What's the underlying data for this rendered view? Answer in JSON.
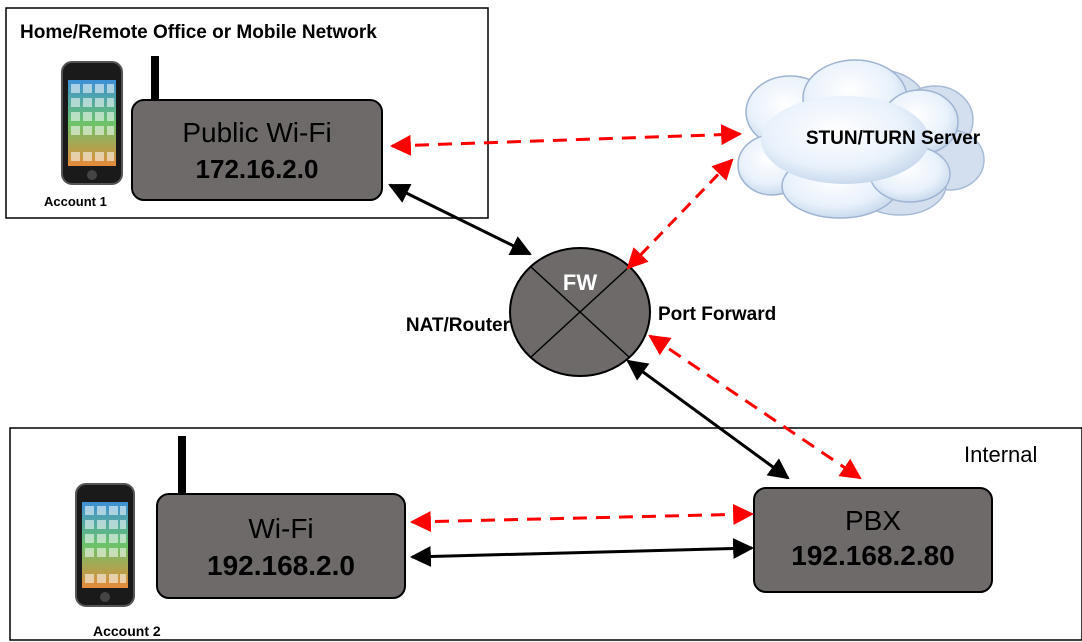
{
  "remote_zone": {
    "title": "Home/Remote Office or Mobile Network"
  },
  "internal_zone": {
    "title": "Internal"
  },
  "public_wifi": {
    "name": "Public Wi-Fi",
    "ip": "172.16.2.0"
  },
  "wifi": {
    "name": "Wi-Fi",
    "ip": "192.168.2.0"
  },
  "pbx": {
    "name": "PBX",
    "ip": "192.168.2.80"
  },
  "stun_server": {
    "label": "STUN/TURN Server"
  },
  "firewall": {
    "label": "FW",
    "left_label": "NAT/Router",
    "right_label": "Port Forward"
  },
  "phone1": {
    "caption": "Account 1"
  },
  "phone2": {
    "caption": "Account 2"
  },
  "colors": {
    "box_fill": "#6e6a6a",
    "dashed_link": "#ff0000",
    "solid_link": "#000000",
    "cloud_fill": "#e8f1fb"
  }
}
